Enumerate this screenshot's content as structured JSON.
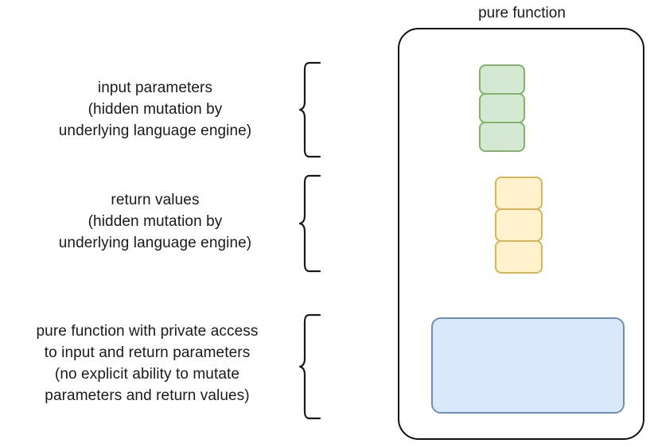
{
  "diagram": {
    "title": "pure function",
    "labels": [
      {
        "name": "input-parameters",
        "text": "input parameters\n(hidden mutation by\nunderlying language engine)"
      },
      {
        "name": "return-values",
        "text": "return values\n(hidden mutation by\nunderlying language engine)"
      },
      {
        "name": "pure-function-body",
        "text": "pure function with private access\nto input and return parameters\n(no explicit ability to mutate\nparameters and return values)"
      }
    ],
    "groups": [
      {
        "name": "input-parameter-stack",
        "box_count": 3,
        "fill": "#d5e8d4",
        "stroke": "#82b366"
      },
      {
        "name": "return-value-stack",
        "box_count": 3,
        "fill": "#fff2cc",
        "stroke": "#d6b656"
      },
      {
        "name": "function-body-box",
        "box_count": 1,
        "fill": "#dae8fc",
        "stroke": "#6c8ebf"
      }
    ],
    "container": {
      "name": "pure-function-container",
      "fill": "#ffffff",
      "stroke": "#111111"
    },
    "brace_color": "#1a1a1a",
    "background": "#ffffff"
  }
}
